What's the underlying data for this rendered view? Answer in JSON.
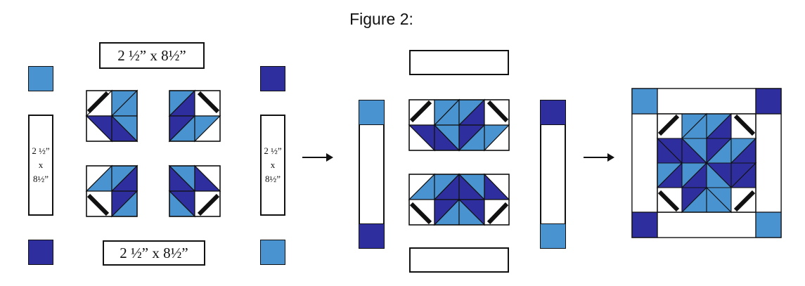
{
  "figure": {
    "title": "Figure 2:"
  },
  "labels": {
    "top_strip": "2 ½” x 8½”",
    "bottom_strip": "2 ½” x 8½”",
    "left_strip": [
      "2 ½”",
      "x",
      "8½”"
    ],
    "right_strip": [
      "2 ½”",
      "x",
      "8½”"
    ]
  },
  "colors": {
    "light_blue": "#4a93d1",
    "dark_blue": "#2e2e9e",
    "outline": "#111111",
    "background": "#ffffff"
  },
  "icons": [
    "arrow-right-icon",
    "arrow-right-icon"
  ]
}
